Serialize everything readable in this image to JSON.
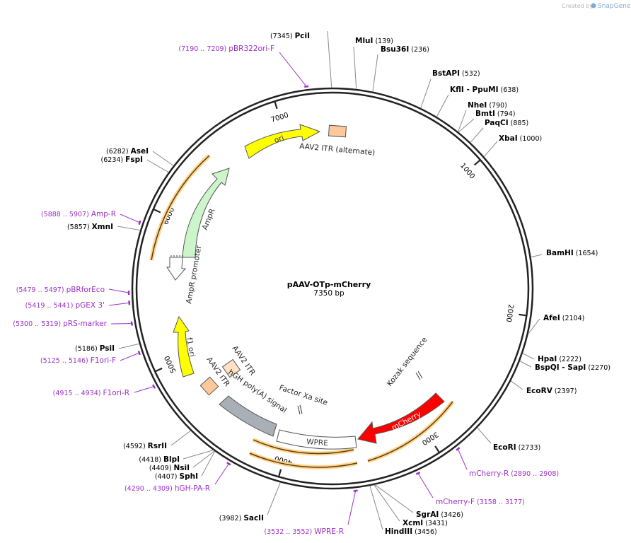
{
  "plasmid": {
    "name": "pAAV-OTp-mCherry",
    "length_label": "7350 bp",
    "length": 7350
  },
  "credit": {
    "prefix": "Created by",
    "brand": "SnapGene"
  },
  "ticks": [
    {
      "pos": 1000,
      "label": "1000"
    },
    {
      "pos": 2000,
      "label": "2000"
    },
    {
      "pos": 3000,
      "label": "3000"
    },
    {
      "pos": 4000,
      "label": "4000"
    },
    {
      "pos": 5000,
      "label": "5000"
    },
    {
      "pos": 6000,
      "label": "6000"
    },
    {
      "pos": 7000,
      "label": "7000"
    }
  ],
  "enzymes": [
    {
      "name": "PciI",
      "pos_label": "(7345)",
      "pos": 7345
    },
    {
      "name": "MluI",
      "pos_label": "(139)",
      "pos": 139
    },
    {
      "name": "Bsu36I",
      "pos_label": "(236)",
      "pos": 236
    },
    {
      "name": "BstAPI",
      "pos_label": "(532)",
      "pos": 532
    },
    {
      "name": "KflI - PpuMI",
      "pos_label": "(638)",
      "pos": 638
    },
    {
      "name": "NheI",
      "pos_label": "(790)",
      "pos": 790
    },
    {
      "name": "BmtI",
      "pos_label": "(794)",
      "pos": 794
    },
    {
      "name": "PaqCI",
      "pos_label": "(885)",
      "pos": 885
    },
    {
      "name": "XbaI",
      "pos_label": "(1000)",
      "pos": 1000
    },
    {
      "name": "BamHI",
      "pos_label": "(1654)",
      "pos": 1654
    },
    {
      "name": "AfeI",
      "pos_label": "(2104)",
      "pos": 2104
    },
    {
      "name": "HpaI",
      "pos_label": "(2222)",
      "pos": 2222
    },
    {
      "name": "BspQI - SapI",
      "pos_label": "(2270)",
      "pos": 2270
    },
    {
      "name": "EcoRV",
      "pos_label": "(2397)",
      "pos": 2397
    },
    {
      "name": "EcoRI",
      "pos_label": "(2733)",
      "pos": 2733
    },
    {
      "name": "SgrAI",
      "pos_label": "(3426)",
      "pos": 3426
    },
    {
      "name": "XcmI",
      "pos_label": "(3431)",
      "pos": 3431
    },
    {
      "name": "HindIII",
      "pos_label": "(3456)",
      "pos": 3456
    },
    {
      "name": "SacII",
      "pos_label": "(3982)",
      "pos": 3982
    },
    {
      "name": "SphI",
      "pos_label": "(4407)",
      "pos": 4407
    },
    {
      "name": "NsiI",
      "pos_label": "(4409)",
      "pos": 4409
    },
    {
      "name": "BlpI",
      "pos_label": "(4418)",
      "pos": 4418
    },
    {
      "name": "RsrII",
      "pos_label": "(4592)",
      "pos": 4592
    },
    {
      "name": "PsiI",
      "pos_label": "(5186)",
      "pos": 5186
    },
    {
      "name": "XmnI",
      "pos_label": "(5857)",
      "pos": 5857
    },
    {
      "name": "FspI",
      "pos_label": "(6234)",
      "pos": 6234
    },
    {
      "name": "AseI",
      "pos_label": "(6282)",
      "pos": 6282
    }
  ],
  "primers": [
    {
      "name": "pBR322ori-F",
      "range_label": "(7190 .. 7209)",
      "pos": 7200
    },
    {
      "name": "mCherry-R",
      "range_label": "(2890 .. 2908)",
      "pos": 2899
    },
    {
      "name": "mCherry-F",
      "range_label": "(3158 .. 3177)",
      "pos": 3168
    },
    {
      "name": "WPRE-R",
      "range_label": "(3532 .. 3552)",
      "pos": 3542
    },
    {
      "name": "hGH-PA-R",
      "range_label": "(4290 .. 4309)",
      "pos": 4300
    },
    {
      "name": "F1ori-R",
      "range_label": "(4915 .. 4934)",
      "pos": 4925
    },
    {
      "name": "F1ori-F",
      "range_label": "(5125 .. 5146)",
      "pos": 5136
    },
    {
      "name": "pRS-marker",
      "range_label": "(5300 .. 5319)",
      "pos": 5310
    },
    {
      "name": "pGEX 3'",
      "range_label": "(5419 .. 5441)",
      "pos": 5430
    },
    {
      "name": "pBRforEco",
      "range_label": "(5479 .. 5497)",
      "pos": 5488
    },
    {
      "name": "Amp-R",
      "range_label": "(5888 .. 5907)",
      "pos": 5898
    }
  ],
  "features": {
    "ori": "ori",
    "itr_alt": "AAV2 ITR (alternate)",
    "ampr": "AmpR",
    "ampr_promoter": "AmpR promoter",
    "f1_ori": "f1 ori",
    "itr_left": "AAV2 ITR",
    "itr_right": "AAV2 ITR",
    "hgh": "hGH poly(A) signal",
    "factor_xa": "Factor Xa site",
    "wpre": "WPRE",
    "kozak": "Kozak sequence",
    "mcherry": "mCherry"
  },
  "colors": {
    "backbone": "#222222",
    "ori": "#ffff00",
    "ampr": "#ccf5cc",
    "itr": "#ffc99b",
    "itr_light": "#ffe0c4",
    "hgh": "#a9afb6",
    "mcherry": "#ff0000",
    "orf": "#ffd48a",
    "primer": "#9b30c8",
    "enzyme_line": "#888888"
  }
}
